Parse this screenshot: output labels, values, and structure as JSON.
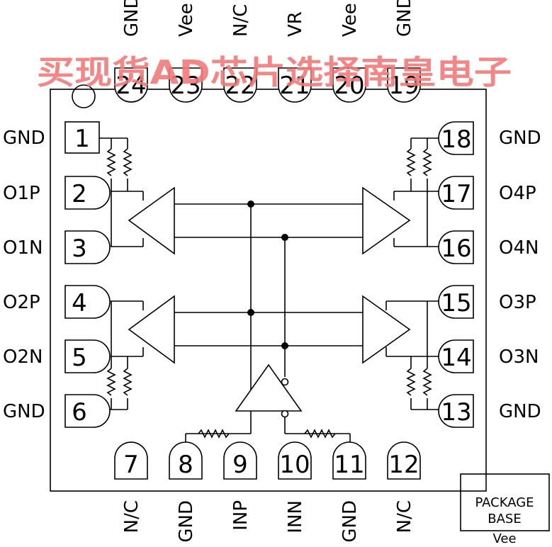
{
  "diagram": {
    "pins": [
      {
        "num": "1",
        "name": "GND"
      },
      {
        "num": "2",
        "name": "O1P"
      },
      {
        "num": "3",
        "name": "O1N"
      },
      {
        "num": "4",
        "name": "O2P"
      },
      {
        "num": "5",
        "name": "O2N"
      },
      {
        "num": "6",
        "name": "GND"
      },
      {
        "num": "7",
        "name": "N/C"
      },
      {
        "num": "8",
        "name": "GND"
      },
      {
        "num": "9",
        "name": "INP"
      },
      {
        "num": "10",
        "name": "INN"
      },
      {
        "num": "11",
        "name": "GND"
      },
      {
        "num": "12",
        "name": "N/C"
      },
      {
        "num": "13",
        "name": "GND"
      },
      {
        "num": "14",
        "name": "O3N"
      },
      {
        "num": "15",
        "name": "O3P"
      },
      {
        "num": "16",
        "name": "O4N"
      },
      {
        "num": "17",
        "name": "O4P"
      },
      {
        "num": "18",
        "name": "GND"
      },
      {
        "num": "19",
        "name": "GND"
      },
      {
        "num": "20",
        "name": "Vee"
      },
      {
        "num": "21",
        "name": "VR"
      },
      {
        "num": "22",
        "name": "N/C"
      },
      {
        "num": "23",
        "name": "Vee"
      },
      {
        "num": "24",
        "name": "GND"
      }
    ],
    "package_base": {
      "line1": "PACKAGE",
      "line2": "BASE",
      "net": "Vee"
    },
    "watermark": "买现货AD芯片选择南皇电子"
  }
}
